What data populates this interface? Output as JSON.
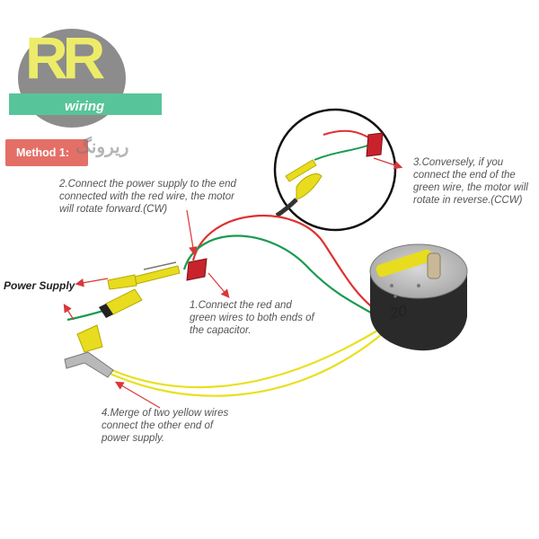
{
  "logo": {
    "letters": "RR",
    "word": "wiring",
    "watermark": "ریرونگ"
  },
  "method_tag": "Method 1:",
  "power_supply_label": "Power Supply",
  "steps": [
    {
      "lines": [
        "1.Connect the red and",
        "green wires to both ends of",
        "the capacitor."
      ]
    },
    {
      "lines": [
        "2.Connect the power supply to the end",
        "connected with the red wire, the motor",
        "will rotate forward.(CW)"
      ]
    },
    {
      "lines": [
        "3.Conversely, if you",
        "connect the end of the",
        "green wire, the motor will",
        "rotate in reverse.(CCW)"
      ]
    },
    {
      "lines": [
        "4.Merge of two yellow wires",
        "connect the other end of",
        "power supply."
      ]
    }
  ],
  "motor": {
    "marking": "20"
  },
  "colors": {
    "red_wire": "#e03030",
    "green_wire": "#1a9a50",
    "yellow_wire": "#e8e020",
    "clip": "#e8dc1e",
    "capacitor": "#c8232c",
    "arrow": "#d9363a",
    "method_tag": "#e46f67",
    "logo_ribbon": "#58c49a"
  }
}
